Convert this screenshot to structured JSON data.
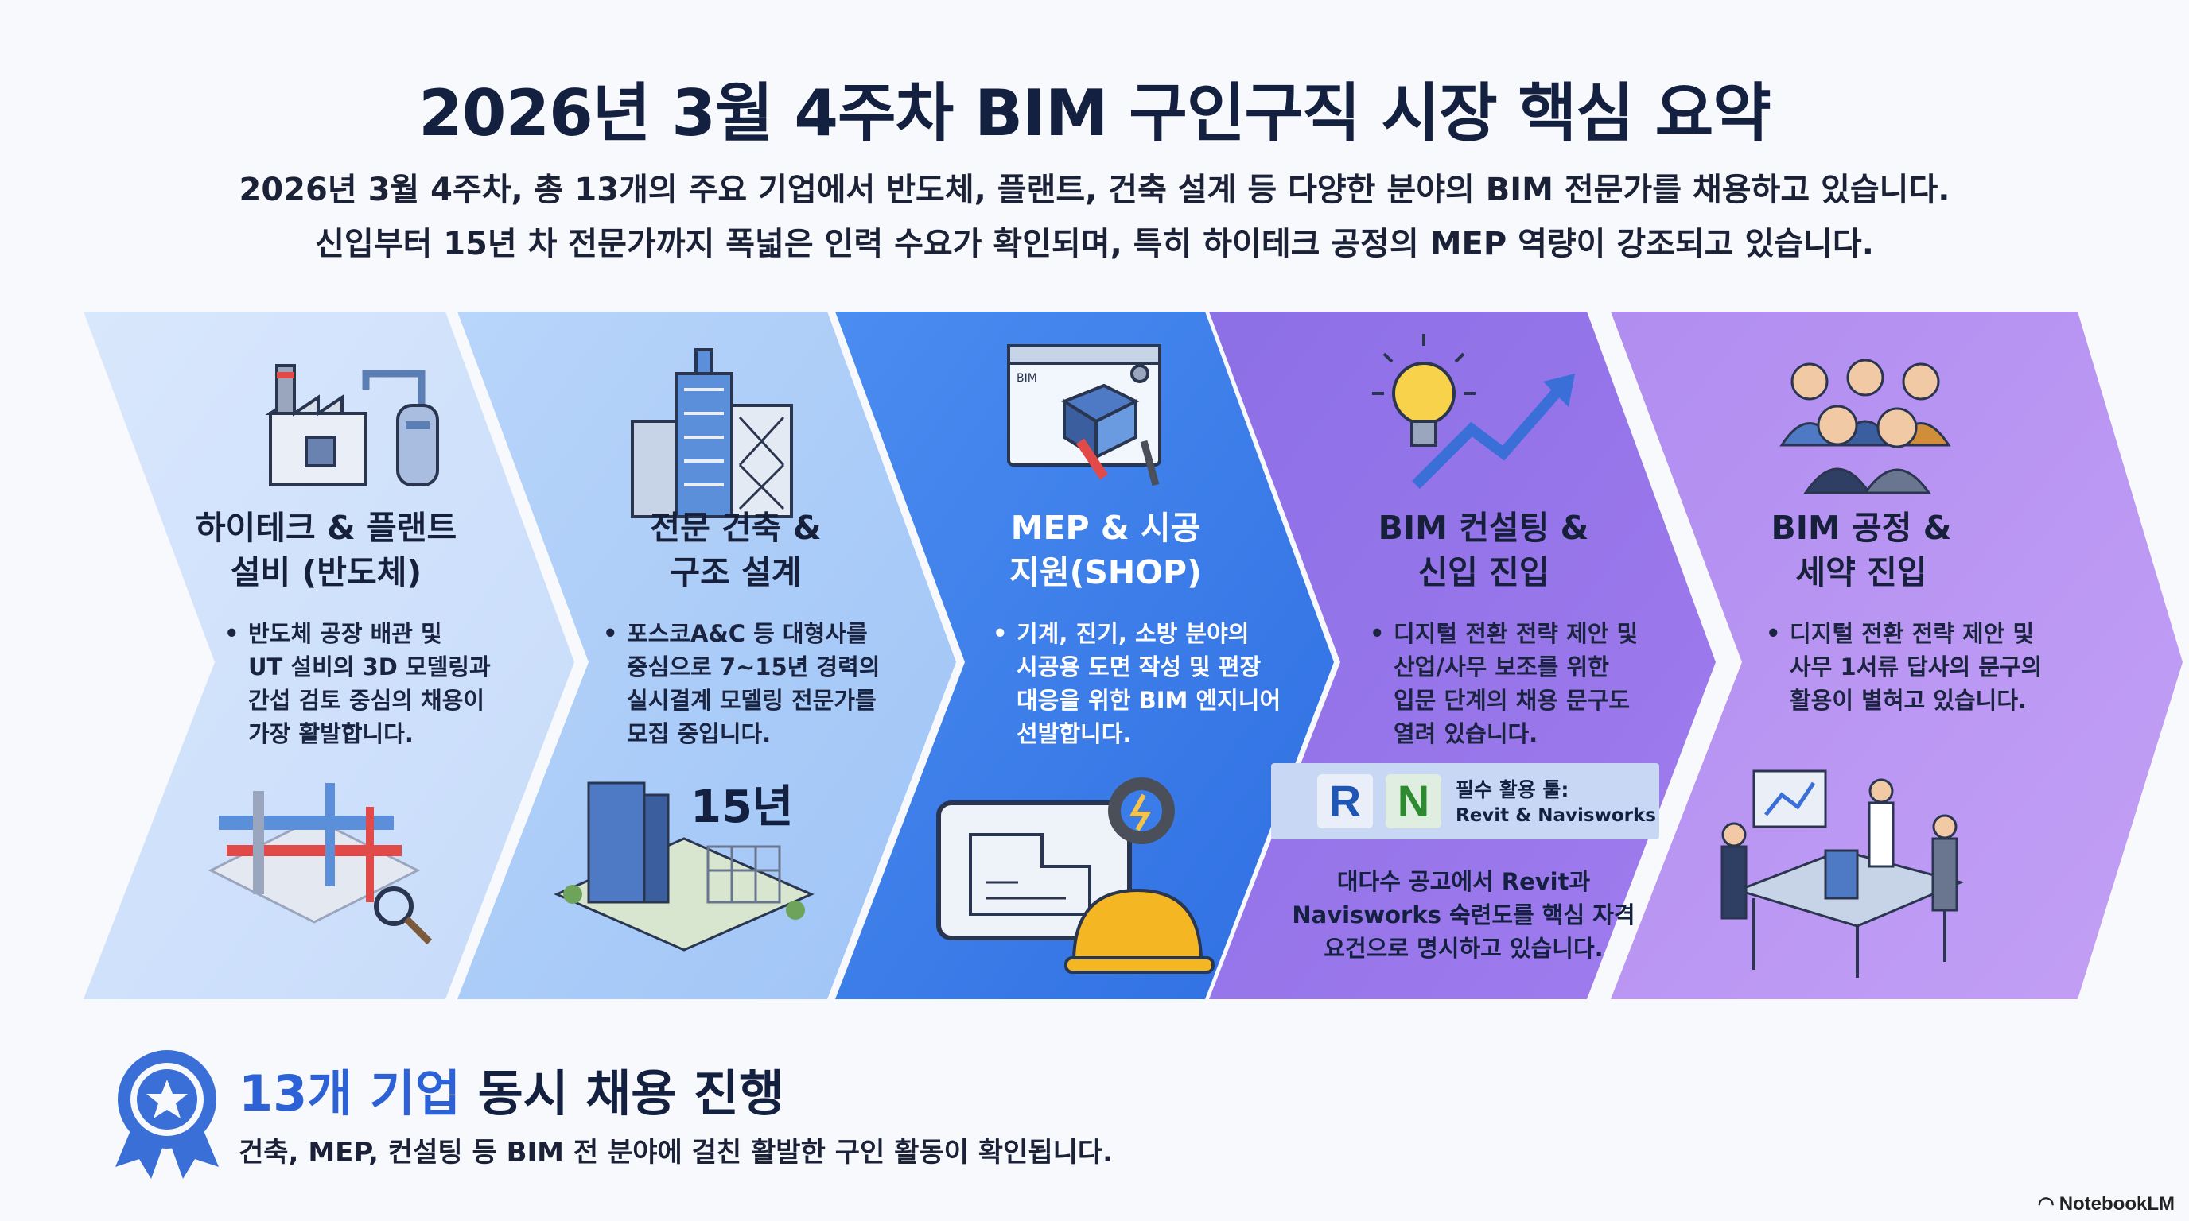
{
  "title": "2026년 3월 4주차 BIM 구인구직 시장 핵심 요약",
  "subtitle_lines": [
    "2026년 3월 4주차, 총 13개의 주요 기업에서 반도체, 플랜트, 건축 설계 등 다양한 분야의 BIM 전문가를 채용하고 있습니다.",
    "신입부터 15년 차 전문가까지 폭넓은 인력 수요가 확인되며, 특히 하이테크 공정의 MEP 역량이 강조되고 있습니다."
  ],
  "panels": [
    {
      "heading_lines": [
        "하이테크 & 플랜트",
        "설비 (반도체)"
      ],
      "bullet": "•",
      "body_lines": [
        "반도체 공장 배관 및",
        "UT 설비의 3D 모델링과",
        "간섭 검토 중심의 채용이",
        "가장 활발합니다."
      ],
      "icon": "factory-icon",
      "illustration": "pipe-network-icon",
      "color": "#cfe0fb"
    },
    {
      "heading_lines": [
        "전문 건축 &",
        "구조 설계"
      ],
      "bullet": "•",
      "body_lines": [
        "포스코A&C 등 대형사를",
        "중심으로 7~15년 경력의",
        "실시결계 모델링 전문가를",
        "모집 중입니다."
      ],
      "icon": "skyscraper-icon",
      "illustration": "building-model-icon",
      "badge": "15년",
      "color": "#a9cbf8"
    },
    {
      "heading_lines": [
        "MEP & 시공",
        "지원(SHOP)"
      ],
      "bullet": "•",
      "body_lines": [
        "기계, 진기, 소방 분야의",
        "시공용 도면 작성 및 편장",
        "대응을 위한 BIM 엔지니어",
        "선발합니다."
      ],
      "icon": "bim-software-icon",
      "illustration": "tablet-drawing-icon",
      "color": "#3b7de8"
    },
    {
      "heading_lines": [
        "BIM 컨설팅 &",
        "신입 진입"
      ],
      "bullet": "•",
      "body_lines": [
        "디지털 전환 전략 제안 및",
        "산업/사무 보조를 위한",
        "입문 단계의 채용 문구도",
        "열려 있습니다."
      ],
      "icon": "lightbulb-growth-icon",
      "tools": {
        "r_letter": "R",
        "n_letter": "N",
        "label": "필수 활용 툴:",
        "names": "Revit & Navisworks",
        "note_lines": [
          "대다수 공고에서 Revit과",
          "Navisworks 숙련도를 핵심 자격",
          "요건으로 명시하고 있습니다."
        ]
      },
      "color": "#9a78ea"
    },
    {
      "heading_lines": [
        "BIM 공정 &",
        "세약 진입"
      ],
      "bullet": "•",
      "body_lines": [
        "디지털 전환 전략 제안 및",
        "사무 1서류 답사의 문구의",
        "활용이 별혀고 있습니다."
      ],
      "icon": "team-icon",
      "illustration": "meeting-table-icon",
      "color": "#b48cf0"
    }
  ],
  "footer": {
    "title_accent": "13개 기업",
    "title_rest": " 동시 채용 진행",
    "subtitle": "건축, MEP, 컨설팅 등 BIM 전 분야에 걸친 활발한 구인 활동이 확인됩니다.",
    "icon": "award-ribbon-icon"
  },
  "brand": "NotebookLM"
}
